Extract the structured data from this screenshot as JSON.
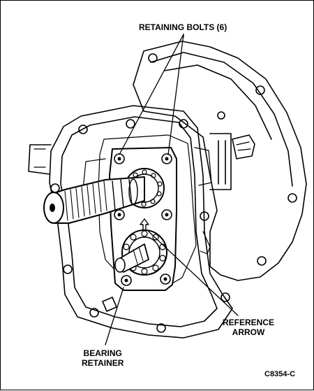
{
  "diagram": {
    "labels": {
      "retaining_bolts": "RETAINING BOLTS (6)",
      "reference_arrow_line1": "REFERENCE",
      "reference_arrow_line2": "ARROW",
      "bearing_retainer_line1": "BEARING",
      "bearing_retainer_line2": "RETAINER",
      "figure_code": "C8354-C"
    },
    "colors": {
      "ink": "#000000",
      "paper": "#ffffff"
    }
  }
}
